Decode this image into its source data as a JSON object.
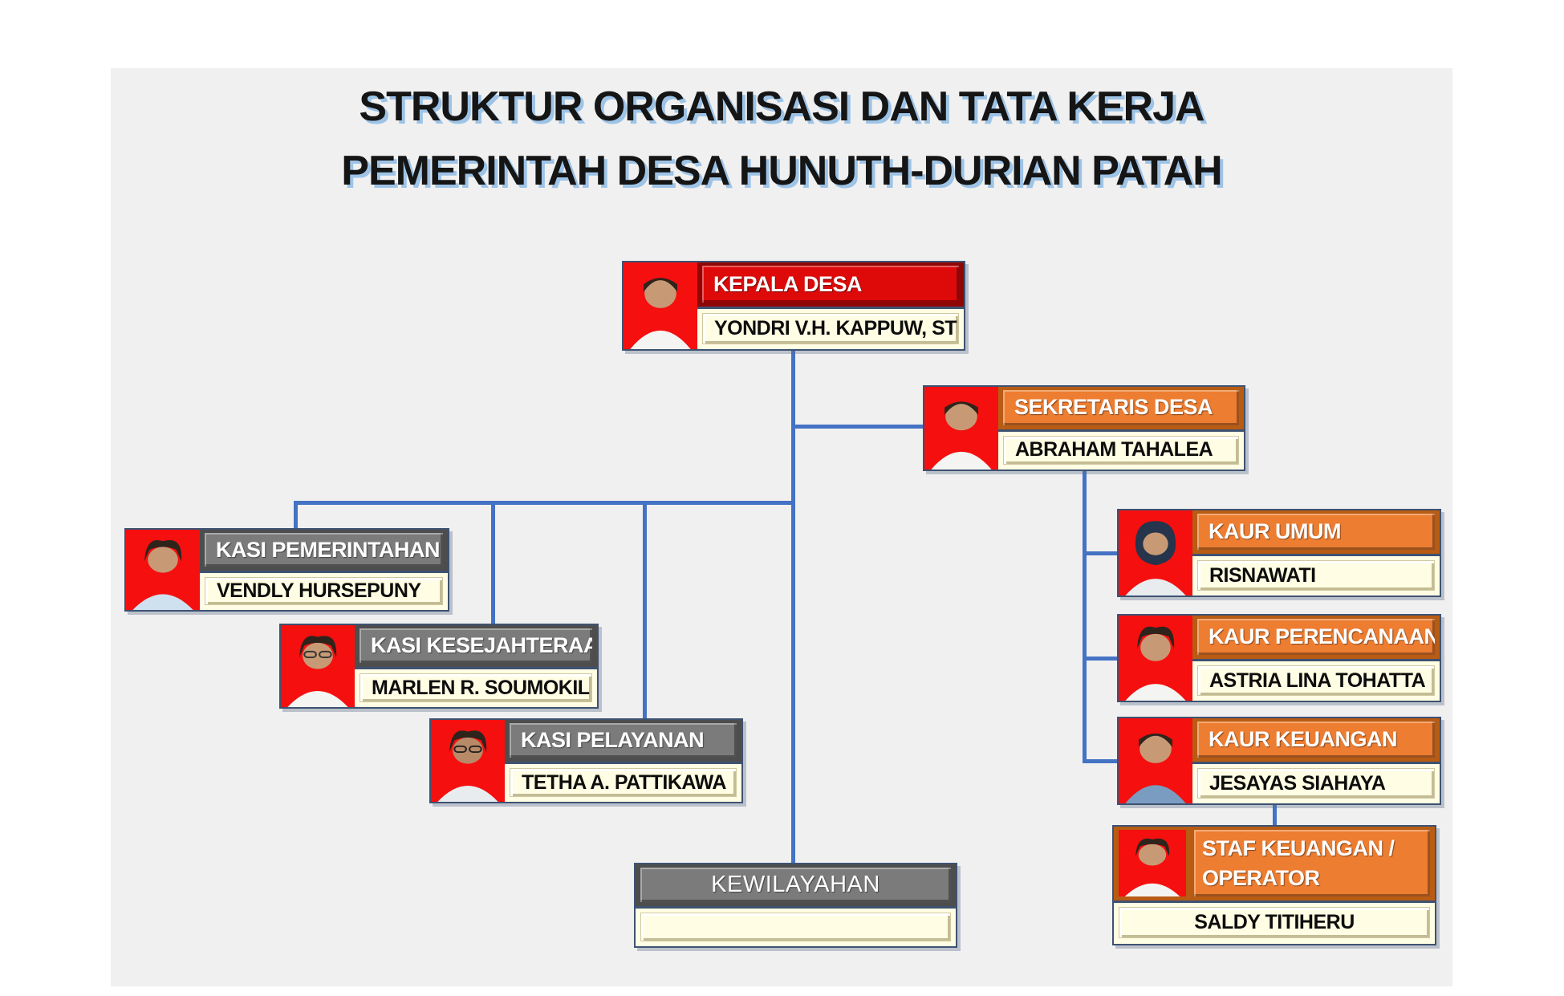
{
  "title": {
    "line1": "STRUKTUR ORGANISASI DAN TATA KERJA",
    "line2": "PEMERINTAH DESA HUNUTH-DURIAN PATAH"
  },
  "theme": {
    "canvas-bg": "#F0F0F0",
    "title-shadow": "#9DC3E6",
    "connector": "#4472C4",
    "box-border": "#3E5272",
    "accent-red": "#DE0A0A",
    "accent-red-dark": "#8F0606",
    "accent-orange": "#ED7D31",
    "accent-orange-dark": "#B85C14",
    "accent-gray": "#7B7B7B",
    "accent-gray-dark": "#4D4D4D",
    "name-bg": "#FFFDE3",
    "photo-bg": "#F50F0F"
  },
  "boxes": [
    {
      "id": "kepala-desa",
      "title": "KEPALA DESA",
      "name": "YONDRI V.H. KAPPUW, ST",
      "variant": "red",
      "photo": "id-photo-man-white-shirt-red-background"
    },
    {
      "id": "sekretaris-desa",
      "title": "SEKRETARIS DESA",
      "name": "ABRAHAM TAHALEA",
      "variant": "orange",
      "photo": "id-photo-man-white-shirt-red-background"
    },
    {
      "id": "kasi-pemerintahan",
      "title": "KASI PEMERINTAHAN",
      "name": "VENDLY HURSEPUNY",
      "variant": "gray",
      "photo": "id-photo-woman-blue-shirt-red-background"
    },
    {
      "id": "kasi-kesejahteraan",
      "title": "KASI KESEJAHTERAAN",
      "name": "MARLEN R. SOUMOKIL",
      "variant": "gray",
      "photo": "id-photo-woman-glasses-red-background"
    },
    {
      "id": "kasi-pelayanan",
      "title": "KASI PELAYANAN",
      "name": "TETHA A. PATTIKAWA",
      "variant": "gray",
      "photo": "id-photo-woman-glasses-red-background"
    },
    {
      "id": "kewilayahan",
      "title": "KEWILAYAHAN",
      "name": "",
      "variant": "gray",
      "photo": null
    },
    {
      "id": "kaur-umum",
      "title": "KAUR UMUM",
      "name": "RISNAWATI",
      "variant": "orange",
      "photo": "id-photo-woman-hijab-red-background"
    },
    {
      "id": "kaur-perencanaan",
      "title": "KAUR PERENCANAAN",
      "name": "ASTRIA LINA TOHATTA",
      "variant": "orange",
      "photo": "id-photo-woman-white-shirt-red-background"
    },
    {
      "id": "kaur-keuangan",
      "title": "KAUR KEUANGAN",
      "name": "JESAYAS SIAHAYA",
      "variant": "orange",
      "photo": "id-photo-man-denim-shirt-red-background"
    },
    {
      "id": "staf-keuangan-operator",
      "title": "STAF KEUANGAN / OPERATOR",
      "name": "SALDY TITIHERU",
      "variant": "orange",
      "photo": "id-photo-woman-white-shirt-red-background"
    }
  ]
}
